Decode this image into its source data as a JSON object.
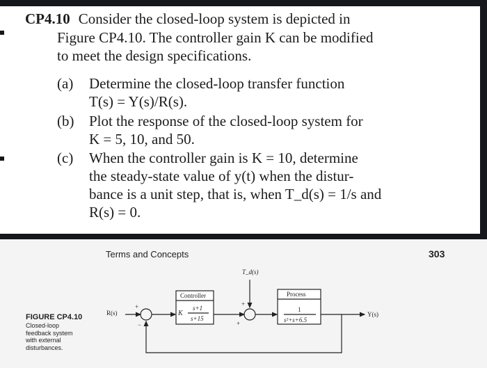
{
  "problem": {
    "number": "CP4.10",
    "intro_lines": [
      "Consider the closed-loop system is depicted in",
      "Figure CP4.10. The controller gain K can be modified",
      "to meet the design specifications."
    ],
    "parts": [
      {
        "label": "(a)",
        "lines": [
          "Determine the closed-loop transfer function",
          "T(s) = Y(s)/R(s)."
        ]
      },
      {
        "label": "(b)",
        "lines": [
          "Plot the response of the closed-loop system for",
          "K = 5, 10, and 50."
        ]
      },
      {
        "label": "(c)",
        "lines": [
          "When the controller gain is K = 10, determine",
          "the steady-state value of y(t) when the distur-",
          "bance is a unit step, that is, when T_d(s) = 1/s and",
          "R(s) = 0."
        ]
      }
    ]
  },
  "page_header": {
    "section": "Terms and Concepts",
    "page_number": "303"
  },
  "figure": {
    "title": "FIGURE CP4.10",
    "caption_lines": [
      "Closed-loop",
      "feedback system",
      "with external",
      "disturbances."
    ],
    "input_label": "R(s)",
    "output_label": "Y(s)",
    "disturbance_label": "T_d(s)",
    "controller_title": "Controller",
    "controller_gain": "K",
    "controller_num": "s+1",
    "controller_den": "s+15",
    "process_title": "Process",
    "process_num": "1",
    "process_den": "s²+s+6.5",
    "sum1_plus": "+",
    "sum1_minus": "−",
    "sum2_plus_top": "+",
    "sum2_plus_left": "+"
  }
}
